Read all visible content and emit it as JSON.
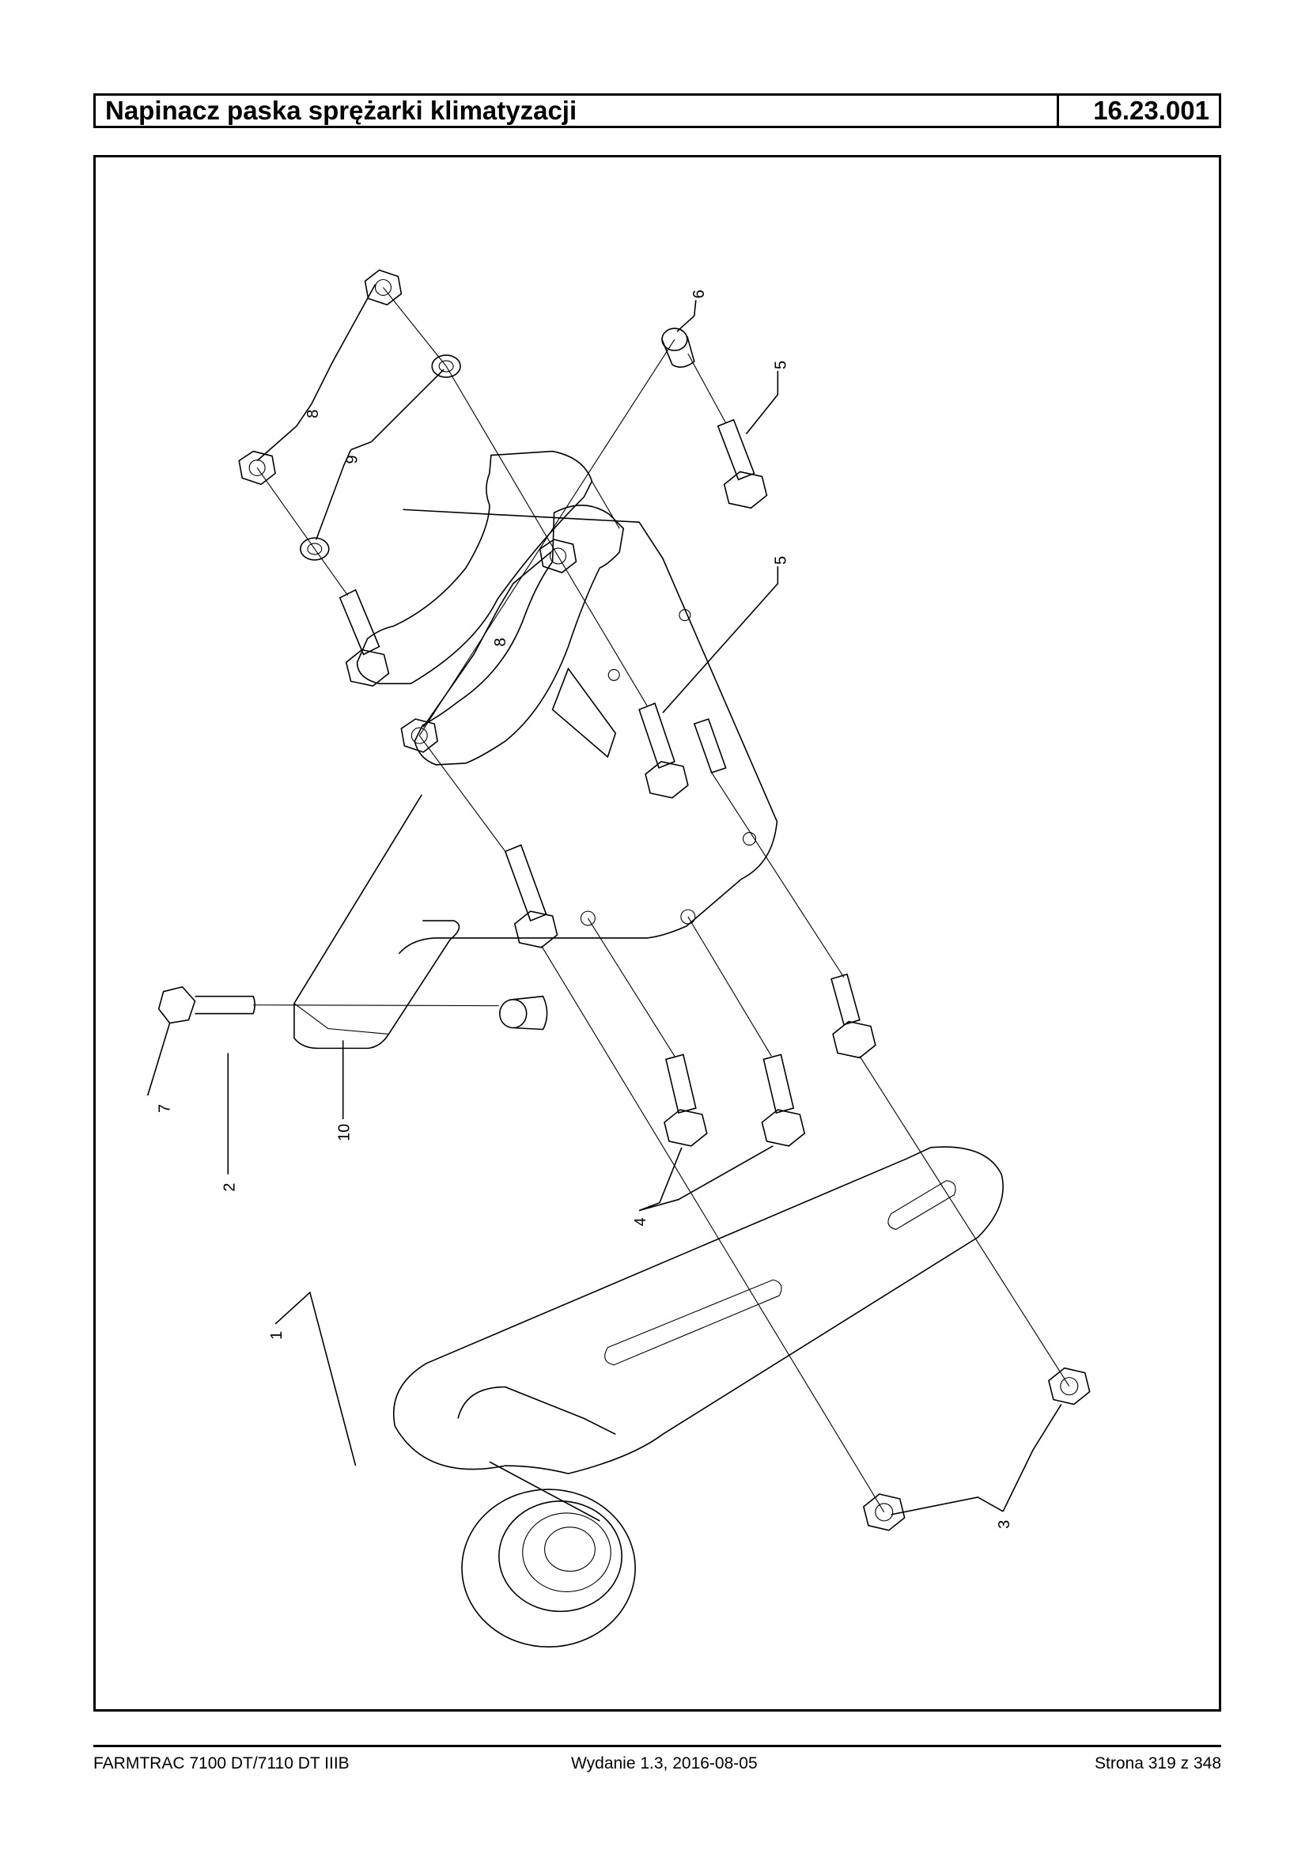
{
  "header": {
    "title": "Napinacz paska sprężarki klimatyzacji",
    "code": "16.23.001"
  },
  "callouts": {
    "c1": "1",
    "c2": "2",
    "c3": "3",
    "c4": "4",
    "c5a": "5",
    "c5b": "5",
    "c6": "6",
    "c7": "7",
    "c8a": "8",
    "c8b": "8",
    "c9": "9",
    "c10": "10"
  },
  "footer": {
    "model": "FARMTRAC 7100 DT/7110 DT IIIB",
    "edition": "Wydanie 1.3,  2016-08-05",
    "page": "Strona 319 z 348"
  }
}
